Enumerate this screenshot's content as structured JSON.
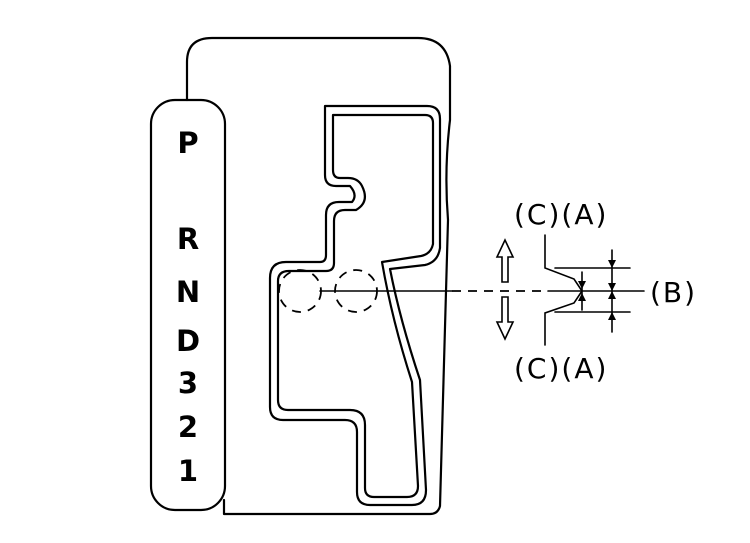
{
  "gear_positions": [
    "P",
    "R",
    "N",
    "D",
    "3",
    "2",
    "1"
  ],
  "callouts": {
    "top": "(C)(A)",
    "right": "(B)",
    "bottom": "(C)(A)"
  },
  "icons": {
    "up": "arrow-up-outline-icon",
    "down": "arrow-down-outline-icon"
  },
  "colors": {
    "line": "#000000",
    "background": "#ffffff"
  }
}
